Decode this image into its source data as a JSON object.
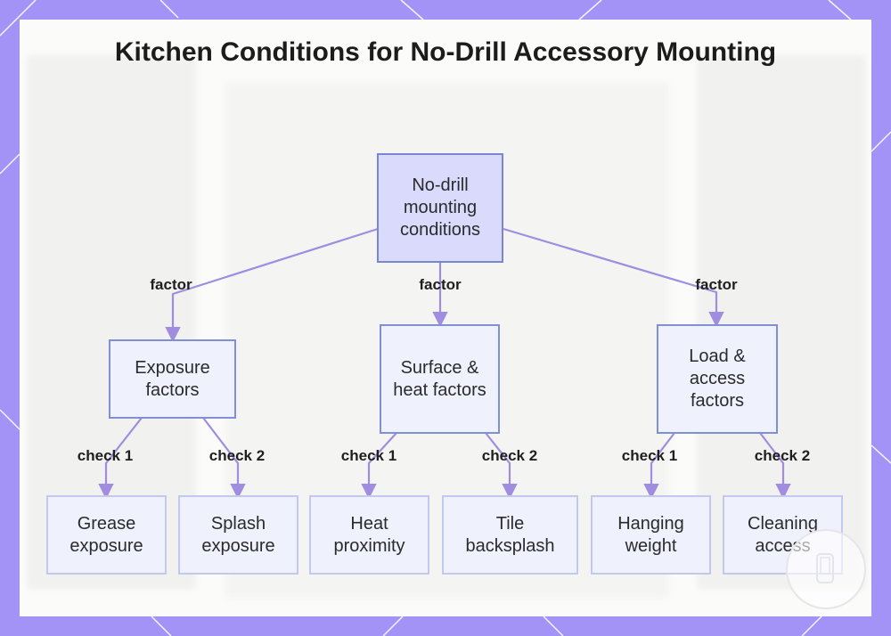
{
  "title": "Kitchen Conditions for No-Drill Accessory Mounting",
  "root": {
    "label": "No-drill mounting conditions"
  },
  "factors": [
    {
      "label": "Exposure factors",
      "edge_label": "factor",
      "checks": [
        {
          "edge_label": "check 1",
          "label": "Grease exposure"
        },
        {
          "edge_label": "check 2",
          "label": "Splash exposure"
        }
      ]
    },
    {
      "label": "Surface & heat factors",
      "edge_label": "factor",
      "checks": [
        {
          "edge_label": "check 1",
          "label": "Heat proximity"
        },
        {
          "edge_label": "check 2",
          "label": "Tile backsplash"
        }
      ]
    },
    {
      "label": "Load & access factors",
      "edge_label": "factor",
      "checks": [
        {
          "edge_label": "check 1",
          "label": "Hanging weight"
        },
        {
          "edge_label": "check 2",
          "label": "Cleaning access"
        }
      ]
    }
  ],
  "colors": {
    "frame": "#a393f6",
    "edge": "#a08de0",
    "root_fill": "#d9dafc",
    "node_fill": "#eff1fd"
  }
}
